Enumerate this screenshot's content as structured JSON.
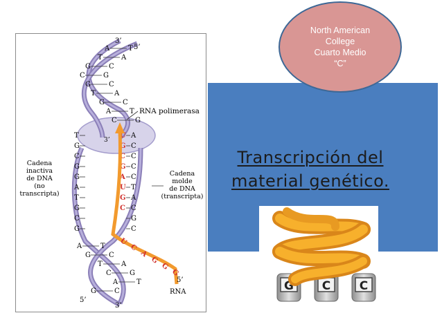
{
  "title": {
    "line1": "Transcripción del",
    "line2": "material genético."
  },
  "school": {
    "line1": "North American",
    "line2": "College",
    "line3": "Cuarto Medio",
    "line4": "“C”"
  },
  "dna_figure": {
    "label_3_top": "3’",
    "label_5_top": "5’",
    "label_3_inner": "3’",
    "label_5_right": "5’",
    "label_5_bottom": "5’",
    "label_3_bottom": "3’",
    "rna_polymerase": "RNA polimerasa",
    "inactive_l1": "Cadena",
    "inactive_l2": "inactiva",
    "inactive_l3": "de DNA",
    "inactive_l4": "(no",
    "inactive_l5": "transcripta)",
    "template_l1": "Cadena",
    "template_l2": "molde",
    "template_l3": "de DNA",
    "template_l4": "(transcripta)",
    "rna_label": "RNA",
    "top_pairs": [
      [
        "A",
        "T"
      ],
      [
        "T",
        "A"
      ],
      [
        "G",
        "C"
      ],
      [
        "C",
        "G"
      ],
      [
        "G",
        "C"
      ],
      [
        "T",
        "A"
      ],
      [
        "G",
        "C"
      ],
      [
        "A",
        "T"
      ],
      [
        "C",
        "G"
      ]
    ],
    "bottom_pairs": [
      [
        "A",
        "T"
      ],
      [
        "G",
        "C"
      ],
      [
        "T",
        "A"
      ],
      [
        "C",
        "G"
      ],
      [
        "A",
        "T"
      ],
      [
        "G",
        "C"
      ]
    ],
    "inactive_bases": [
      "T",
      "G",
      "C",
      "G",
      "G",
      "A",
      "T",
      "G",
      "C",
      "G"
    ],
    "template_bases": [
      "A",
      "C",
      "C",
      "C",
      "C",
      "T",
      "A",
      "C",
      "G",
      "C"
    ],
    "rna_bases": [
      "U",
      "G",
      "C",
      "G",
      "A",
      "U",
      "G",
      "C"
    ],
    "rna_tail": [
      "U",
      "C",
      "A",
      "G",
      "G",
      "G"
    ],
    "colors": {
      "strand": "#8b7fb8",
      "rna": "#f29a2e",
      "rna_base": "#d0312d"
    }
  },
  "helix_logo": {
    "bases": [
      "G",
      "C",
      "C"
    ],
    "colors": {
      "ribbon": "#f5a21a",
      "block": "#b8b8b8"
    }
  }
}
